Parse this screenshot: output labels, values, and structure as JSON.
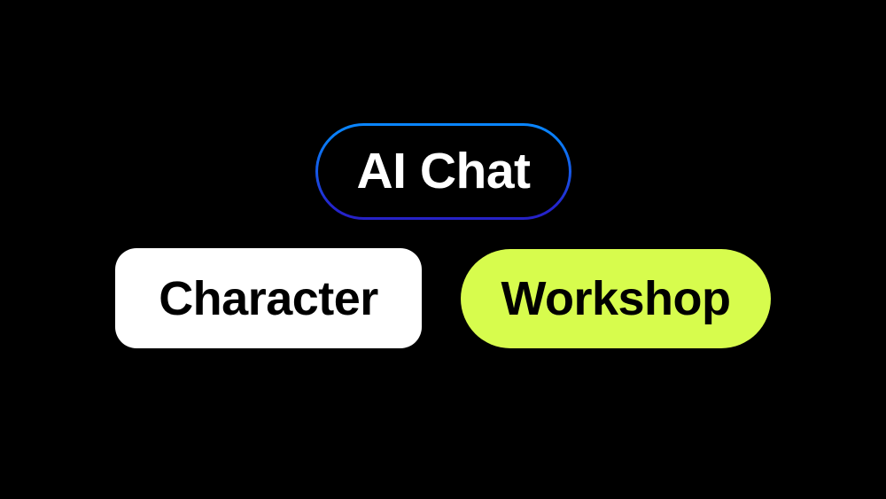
{
  "page": {
    "background_color": "#000000"
  },
  "chips": {
    "ai_chat": {
      "label": "AI Chat",
      "style": "outlined",
      "text_color": "#ffffff",
      "fill_color": "#000000",
      "border_gradient_from": "#0a86ff",
      "border_gradient_to": "#2621c6",
      "shape": "pill"
    },
    "character": {
      "label": "Character",
      "style": "filled",
      "text_color": "#000000",
      "fill_color": "#ffffff",
      "shape": "rounded-rect"
    },
    "workshop": {
      "label": "Workshop",
      "style": "filled",
      "text_color": "#000000",
      "fill_color": "#d7fc4d",
      "shape": "pill"
    }
  }
}
